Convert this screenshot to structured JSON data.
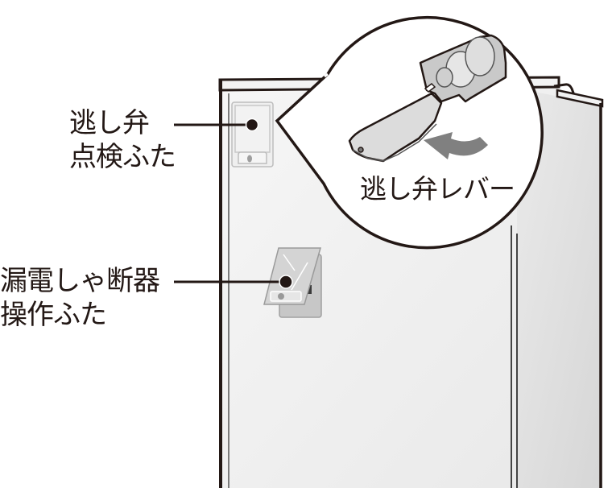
{
  "figure": {
    "subject": "refrigerator",
    "colors": {
      "outline": "#231815",
      "panel_light": "#efefef",
      "panel_side": "#dcdcdc",
      "part_gray": "#bdbdbd",
      "arrow_gray": "#808080"
    }
  },
  "labels": {
    "relief_valve_cover": {
      "line1": "逃し弁",
      "line2": "点検ふた"
    },
    "breaker_cover": {
      "line1": "漏電しゃ断器",
      "line2": "操作ふた"
    }
  },
  "callout": {
    "title": "逃し弁レバー",
    "icon": "curved-arrow-icon"
  }
}
